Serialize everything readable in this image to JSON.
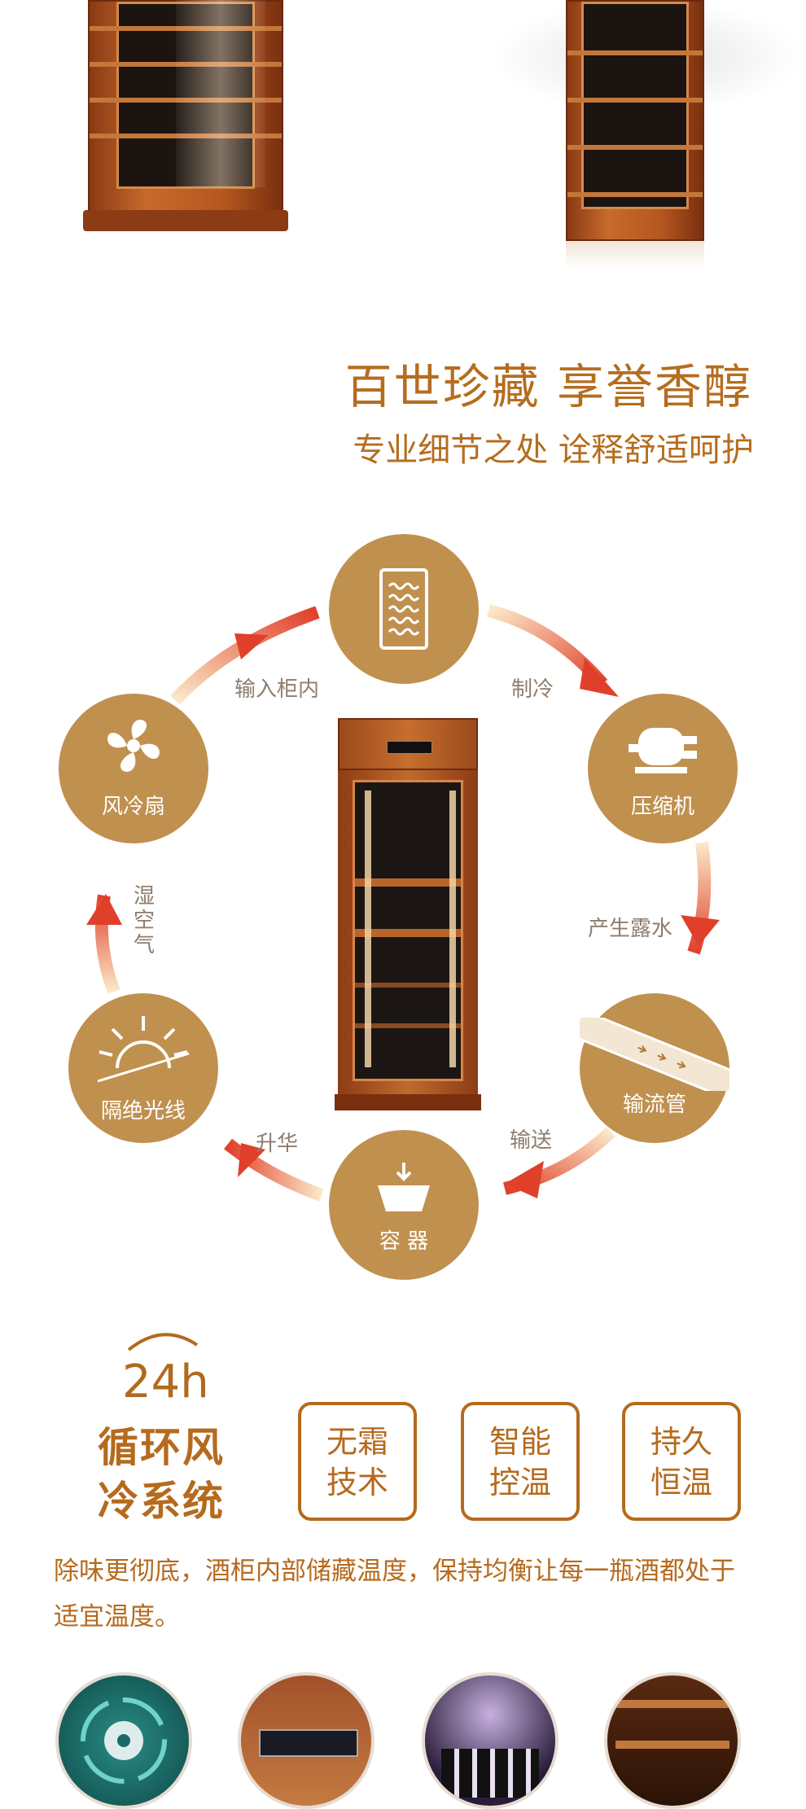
{
  "headline": {
    "title": "百世珍藏 享誉香醇",
    "subtitle": "专业细节之处 诠释舒适呵护"
  },
  "cycle": {
    "nodes": [
      {
        "id": "top",
        "label": "",
        "icon": "wave-panel-icon"
      },
      {
        "id": "compressor",
        "label": "压缩机",
        "icon": "compressor-icon"
      },
      {
        "id": "pipe",
        "label": "输流管",
        "icon": "pipe-icon"
      },
      {
        "id": "container",
        "label": "容 器",
        "icon": "container-icon"
      },
      {
        "id": "light",
        "label": "隔绝光线",
        "icon": "sunrise-icon"
      },
      {
        "id": "fan",
        "label": "风冷扇",
        "icon": "fan-icon"
      }
    ],
    "steps": {
      "cool": "制冷",
      "condense": "产生露水",
      "transport": "输送",
      "sublimate": "升华",
      "humid": "湿空气",
      "input": "输入柜内"
    },
    "center_panel": "LCD"
  },
  "feature": {
    "h24": "24h",
    "title_line1": "循环风",
    "title_line2": "冷系统",
    "tags": [
      {
        "line1": "无霜",
        "line2": "技术"
      },
      {
        "line1": "智能",
        "line2": "控温"
      },
      {
        "line1": "持久",
        "line2": "恒温"
      }
    ],
    "description": "除味更彻底，酒柜内部储藏温度，保持均衡让每一瓶酒都处于适宜温度。"
  },
  "colors": {
    "accent": "#b56a1d",
    "node": "#c0904f",
    "step_text": "#8d7d6e"
  }
}
